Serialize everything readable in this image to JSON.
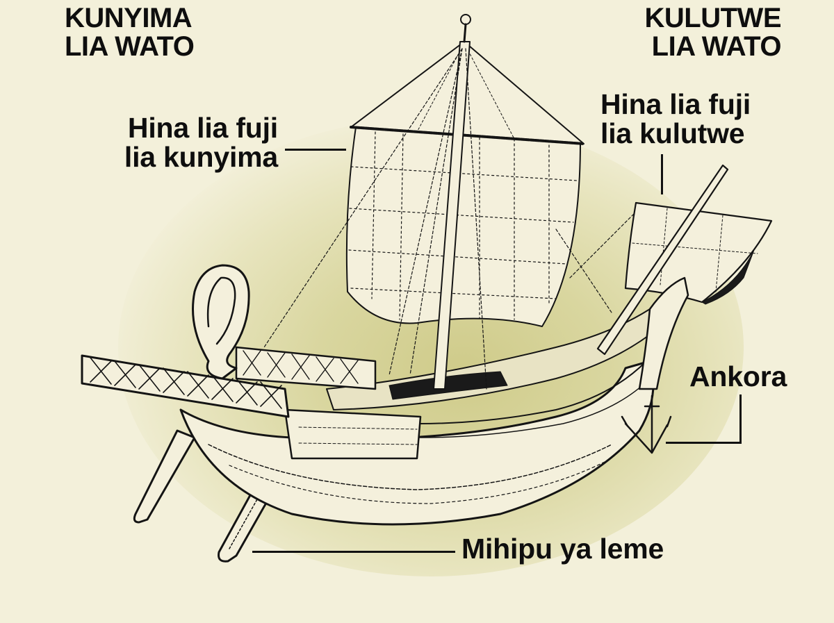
{
  "headings": {
    "stern": "KUNYIMA\nLIA WATO",
    "bow": "KULUTWE\nLIA WATO"
  },
  "labels": {
    "mainsail": "Hina lia fuji\nlia kunyima",
    "foresail": "Hina lia fuji\nlia kulutwe",
    "anchor": "Ankora",
    "rudders": "Mihipu ya leme"
  },
  "colors": {
    "background": "#f3f0da",
    "glow": "#cfcb8a",
    "ink": "#111111",
    "parchment": "#f4f0dc"
  },
  "icons": {
    "ship": "ancient-roman-merchant-ship-illustration"
  }
}
